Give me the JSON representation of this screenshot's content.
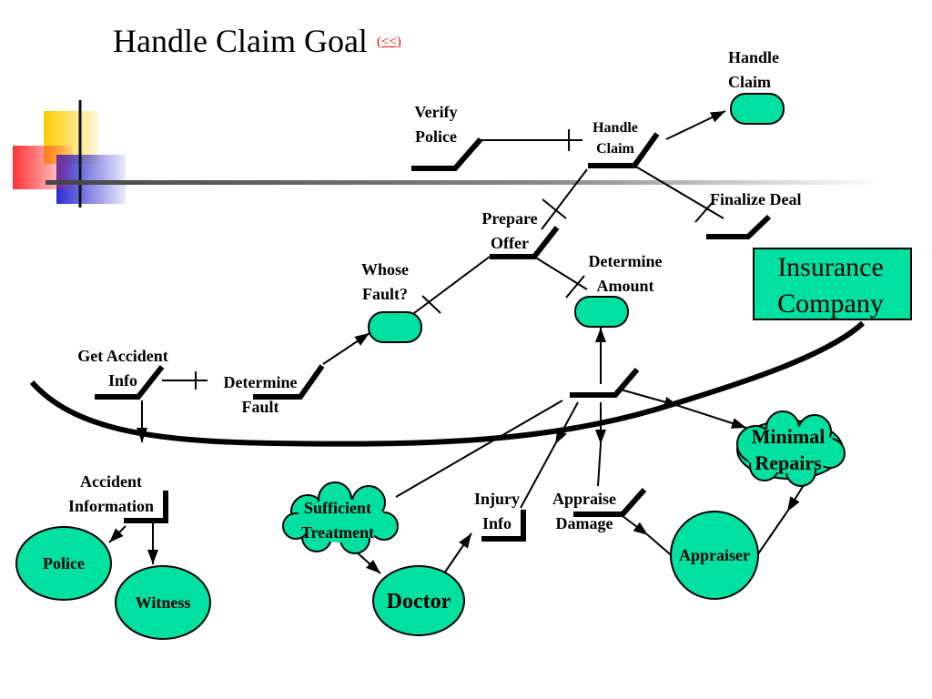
{
  "slide": {
    "title": "Handle Claim Goal",
    "back_link": "(<<)"
  },
  "colors": {
    "node_fill": "#00e0a0",
    "line": "#000000",
    "link": "#ff0000",
    "deco_yellow": "#ffcc00",
    "deco_red": "#ff3333",
    "deco_blue": "#3333cc"
  },
  "labels": {
    "handle_claim_top": "Handle\nClaim",
    "verify_police": "Verify\nPolice",
    "handle_claim_mid": "Handle\nClaim",
    "finalize_deal": "Finalize Deal",
    "prepare_offer": "Prepare\nOffer",
    "determine_amount": "Determine\nAmount",
    "whose_fault": "Whose\nFault?",
    "insurance_company": "Insurance\nCompany",
    "get_accident_info": "Get Accident\nInfo",
    "determine_fault": "Determine\nFault",
    "minimal_repairs": "Minimal\nRepairs",
    "accident_information": "Accident\nInformation",
    "sufficient_treatment": "Sufficient\nTreatment",
    "injury_info": "Injury\nInfo",
    "appraise_damage": "Appraise\nDamage",
    "police": "Police",
    "witness": "Witness",
    "doctor": "Doctor",
    "appraiser": "Appraiser"
  }
}
